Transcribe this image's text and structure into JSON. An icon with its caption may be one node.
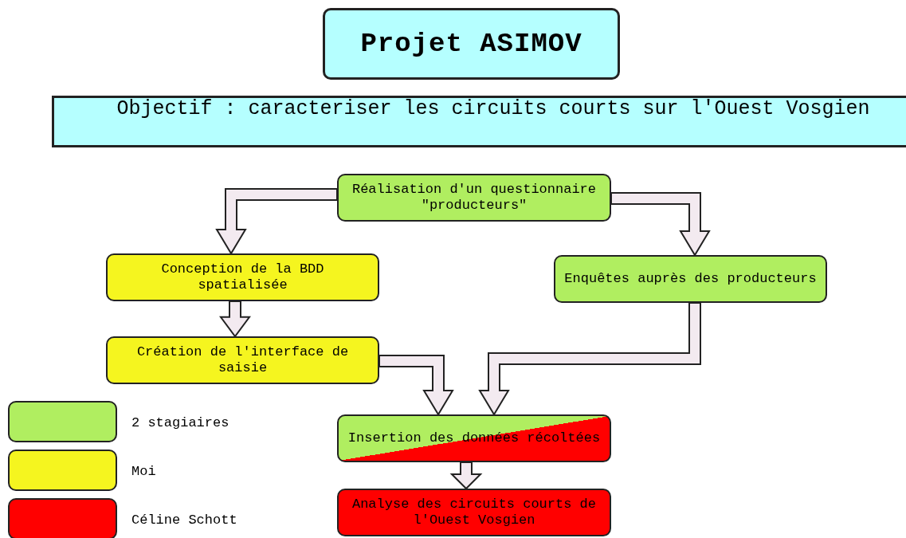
{
  "diagram": {
    "title": "Projet ASIMOV",
    "nodes": [
      {
        "text": [
          "Objectif : caracteriser les circuits courts sur l'Ouest Vosgien"
        ]
      },
      {
        "text": [
          "Réalisation d'un questionnaire \"producteurs\""
        ]
      },
      {
        "text": [
          "Conception de la BDD spatialisée"
        ]
      },
      {
        "text": [
          "Enquêtes auprès des producteurs"
        ]
      },
      {
        "text": [
          "Création de l'interface de saisie"
        ]
      },
      {
        "text": [
          "Insertion des données récoltées"
        ]
      },
      {
        "text": [
          "Analyse des circuits courts de l'Ouest Vosgien"
        ]
      }
    ],
    "edges": [
      {
        "from": 1,
        "to": 2,
        "arrow": "to"
      },
      {
        "from": 1,
        "to": 3,
        "arrow": "to"
      },
      {
        "from": 2,
        "to": 4,
        "arrow": "to"
      },
      {
        "from": 4,
        "to": 5,
        "arrow": "to"
      },
      {
        "from": 3,
        "to": 5,
        "arrow": "to"
      },
      {
        "from": 5,
        "to": 6,
        "arrow": "to"
      }
    ],
    "legend": [
      {
        "text": "2 stagiaires",
        "color": "#b0ee60"
      },
      {
        "text": "Moi",
        "color": "#f5f51f"
      },
      {
        "text": "Céline Schott",
        "color": "#ff0000"
      }
    ]
  }
}
